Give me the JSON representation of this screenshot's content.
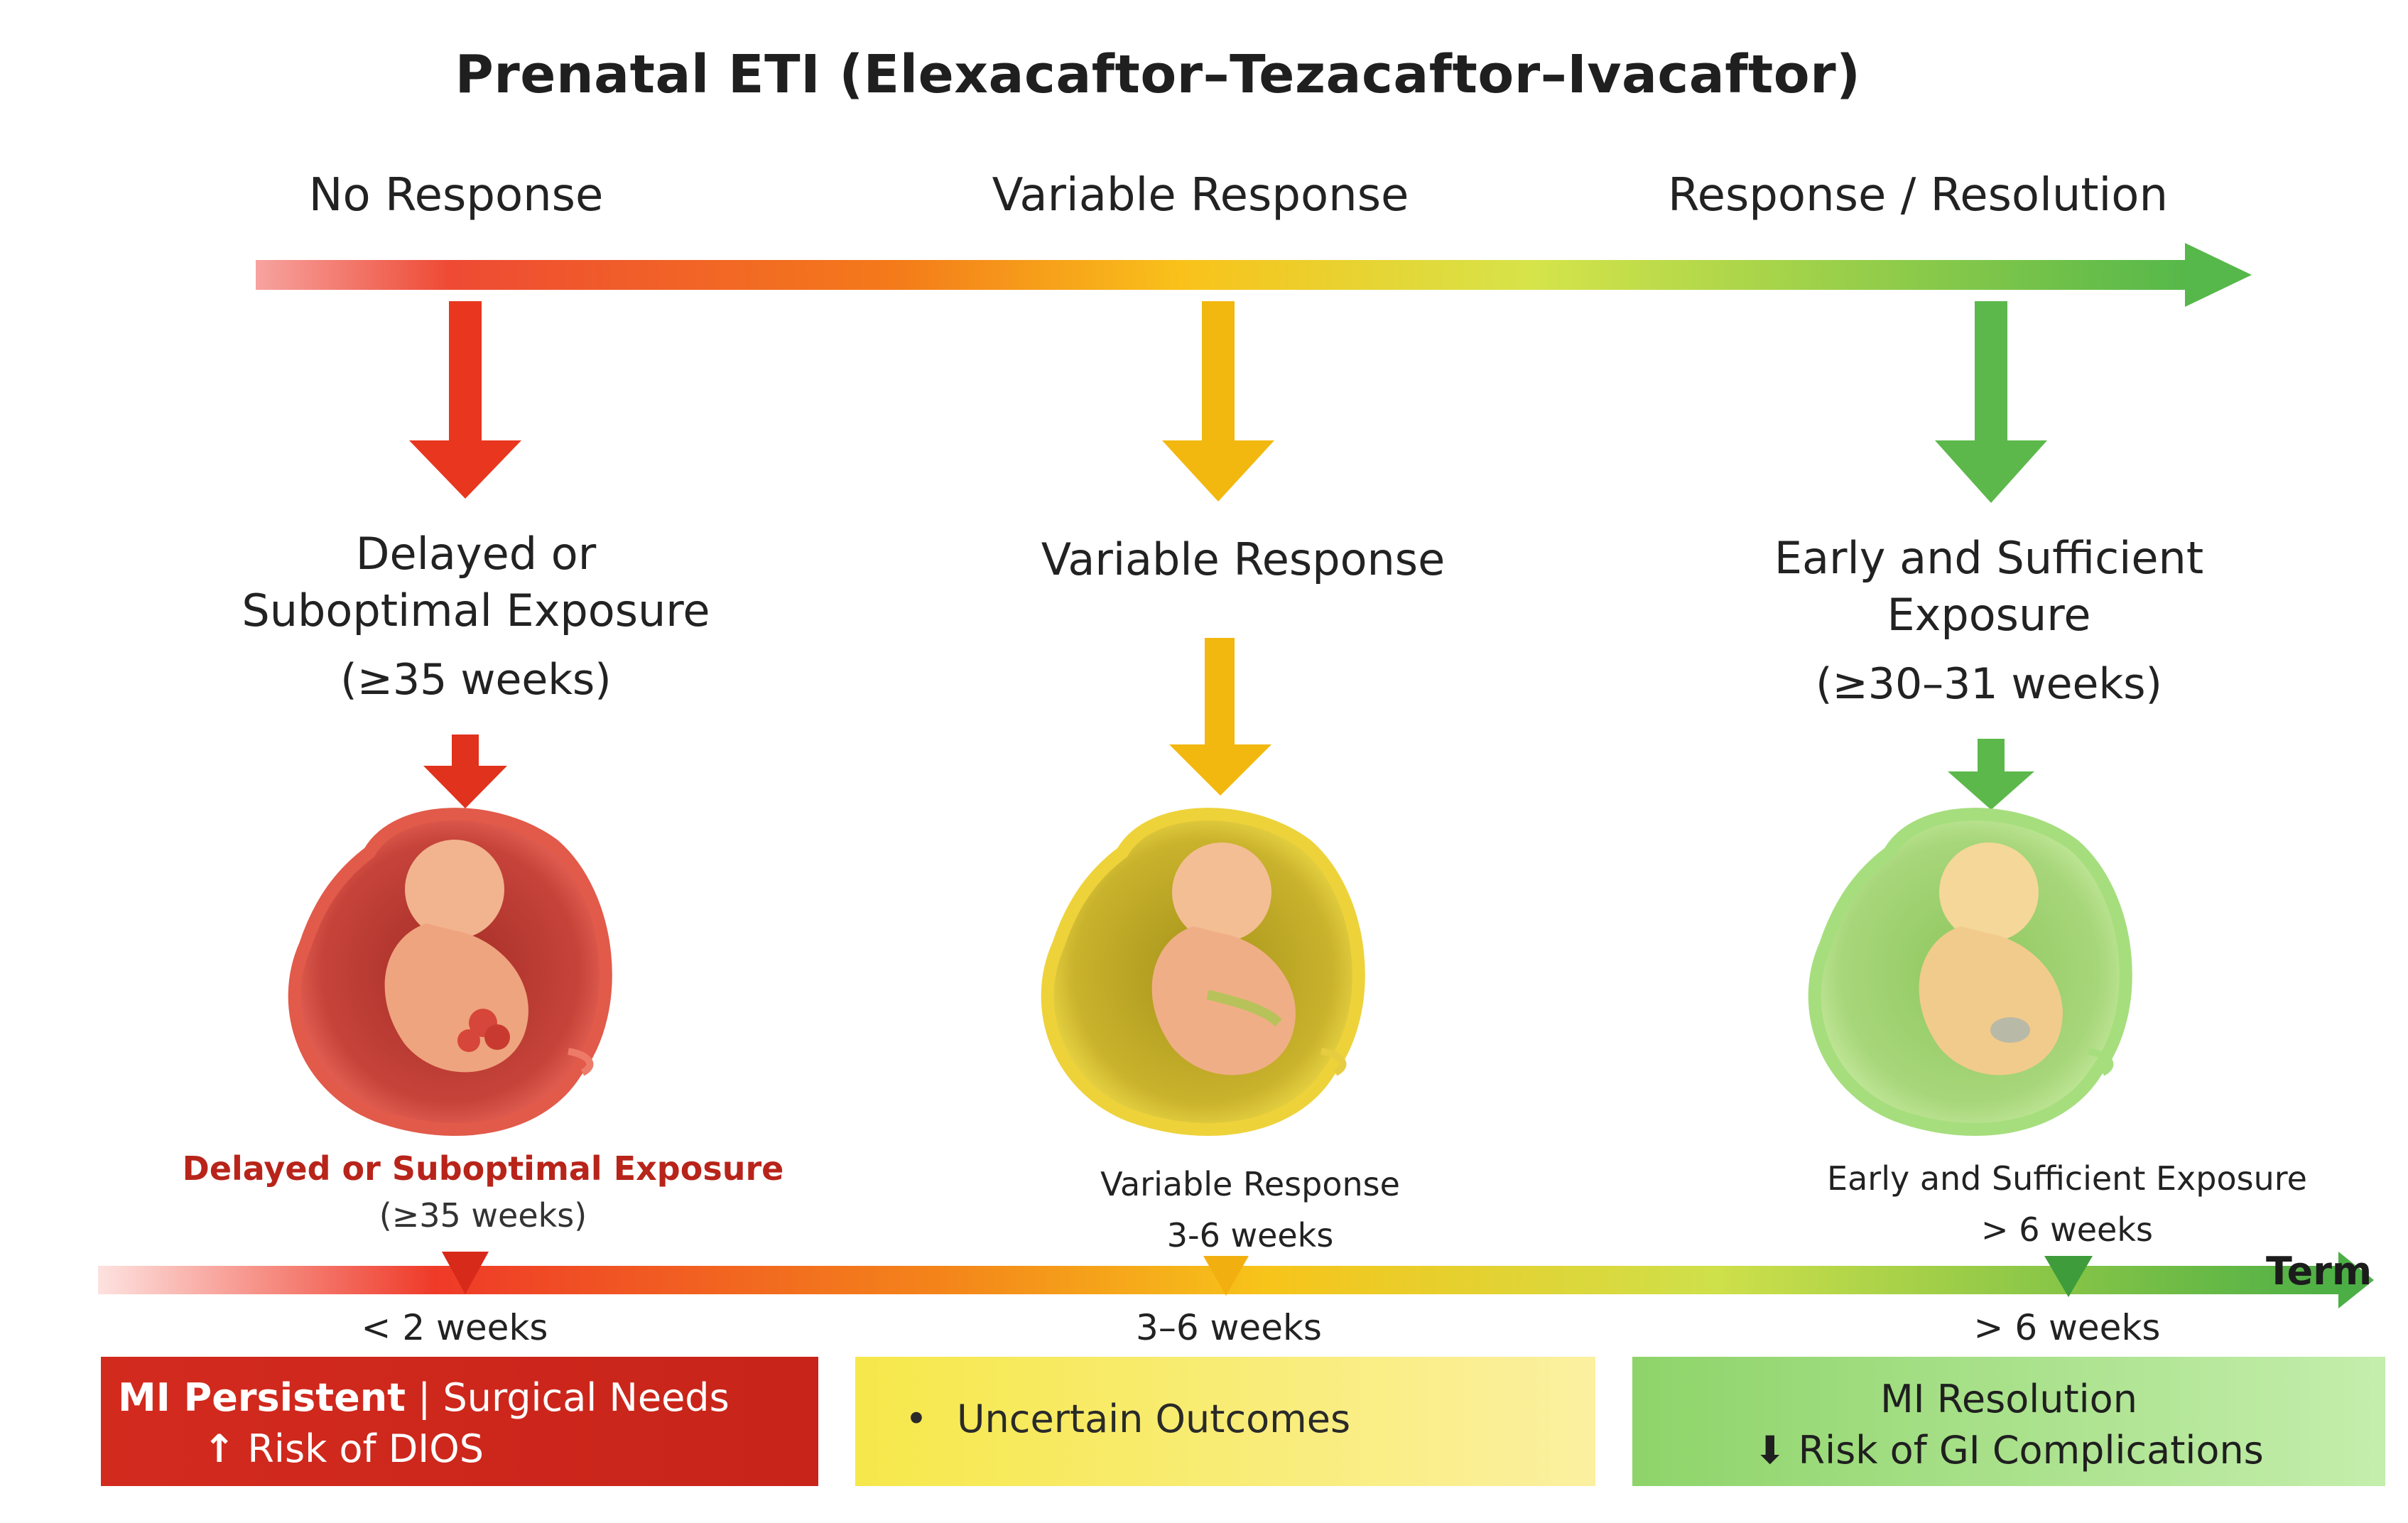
{
  "title": "Prenatal ETI (Elexacaftor–Tezacaftor–Ivacaftor)",
  "response_scale": {
    "left": "No Response",
    "middle": "Variable Response",
    "right": "Response / Resolution"
  },
  "stages": [
    {
      "title": "Delayed or Suboptimal Exposure",
      "range": "(≥35 weeks)",
      "fetus_label": "Delayed or Suboptimal Exposure",
      "fetus_range": "(≥35 weeks)",
      "timeline_label": "< 2 weeks",
      "color": "#e8361f"
    },
    {
      "title": "Variable Response",
      "range": "",
      "fetus_label": "Variable Response",
      "fetus_range": "3-6 weeks",
      "timeline_label": "3–6 weeks",
      "color": "#f2b80f"
    },
    {
      "title": "Early and Sufficient Exposure",
      "range": "(≥30–31 weeks)",
      "fetus_label": "Early and Sufficient Exposure",
      "fetus_range": "> 6 weeks",
      "timeline_label": "> 6 weeks",
      "color": "#5cb84a"
    }
  ],
  "timeline": {
    "end_label": "Term"
  },
  "outcomes": {
    "red": {
      "line1_a": "MI Persistent",
      "line1_sep": " | ",
      "line1_b": "Surgical Needs",
      "line2_arrow": "↑",
      "line2": " Risk of DIOS"
    },
    "yellow": {
      "bullet": "•",
      "text": "Uncertain Outcomes"
    },
    "green": {
      "line1": "MI Resolution",
      "line2_arrow": "⬇",
      "line2": " Risk of GI Complications"
    }
  }
}
